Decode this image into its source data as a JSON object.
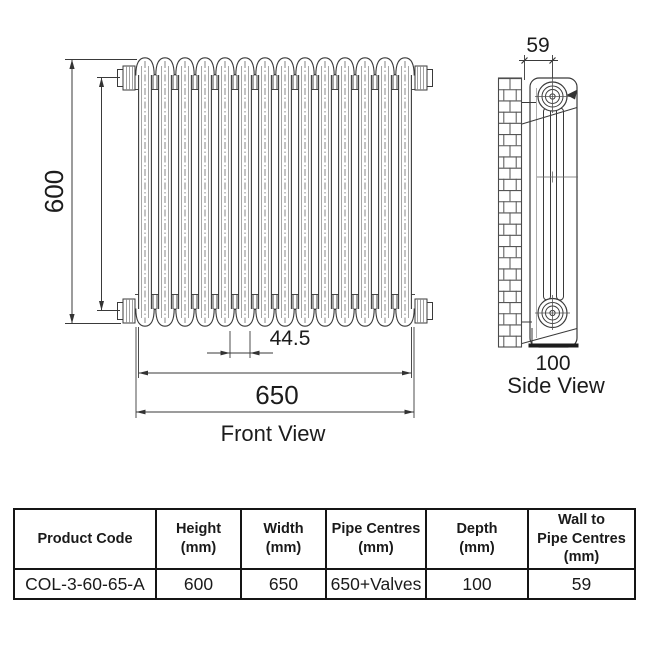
{
  "drawing": {
    "front_view": {
      "label": "Front View",
      "height_mm": "600",
      "width_mm": "650",
      "section_pitch_mm": "44.5"
    },
    "side_view": {
      "label": "Side View",
      "wall_to_pipe_centres_mm": "59",
      "depth_mm": "100"
    }
  },
  "spec_table": {
    "headers": [
      "Product Code",
      "Height\n(mm)",
      "Width\n(mm)",
      "Pipe Centres\n(mm)",
      "Depth\n(mm)",
      "Wall to\nPipe Centres\n(mm)"
    ],
    "rows": [
      [
        "COL-3-60-65-A",
        "600",
        "650",
        "650+Valves",
        "100",
        "59"
      ]
    ]
  }
}
